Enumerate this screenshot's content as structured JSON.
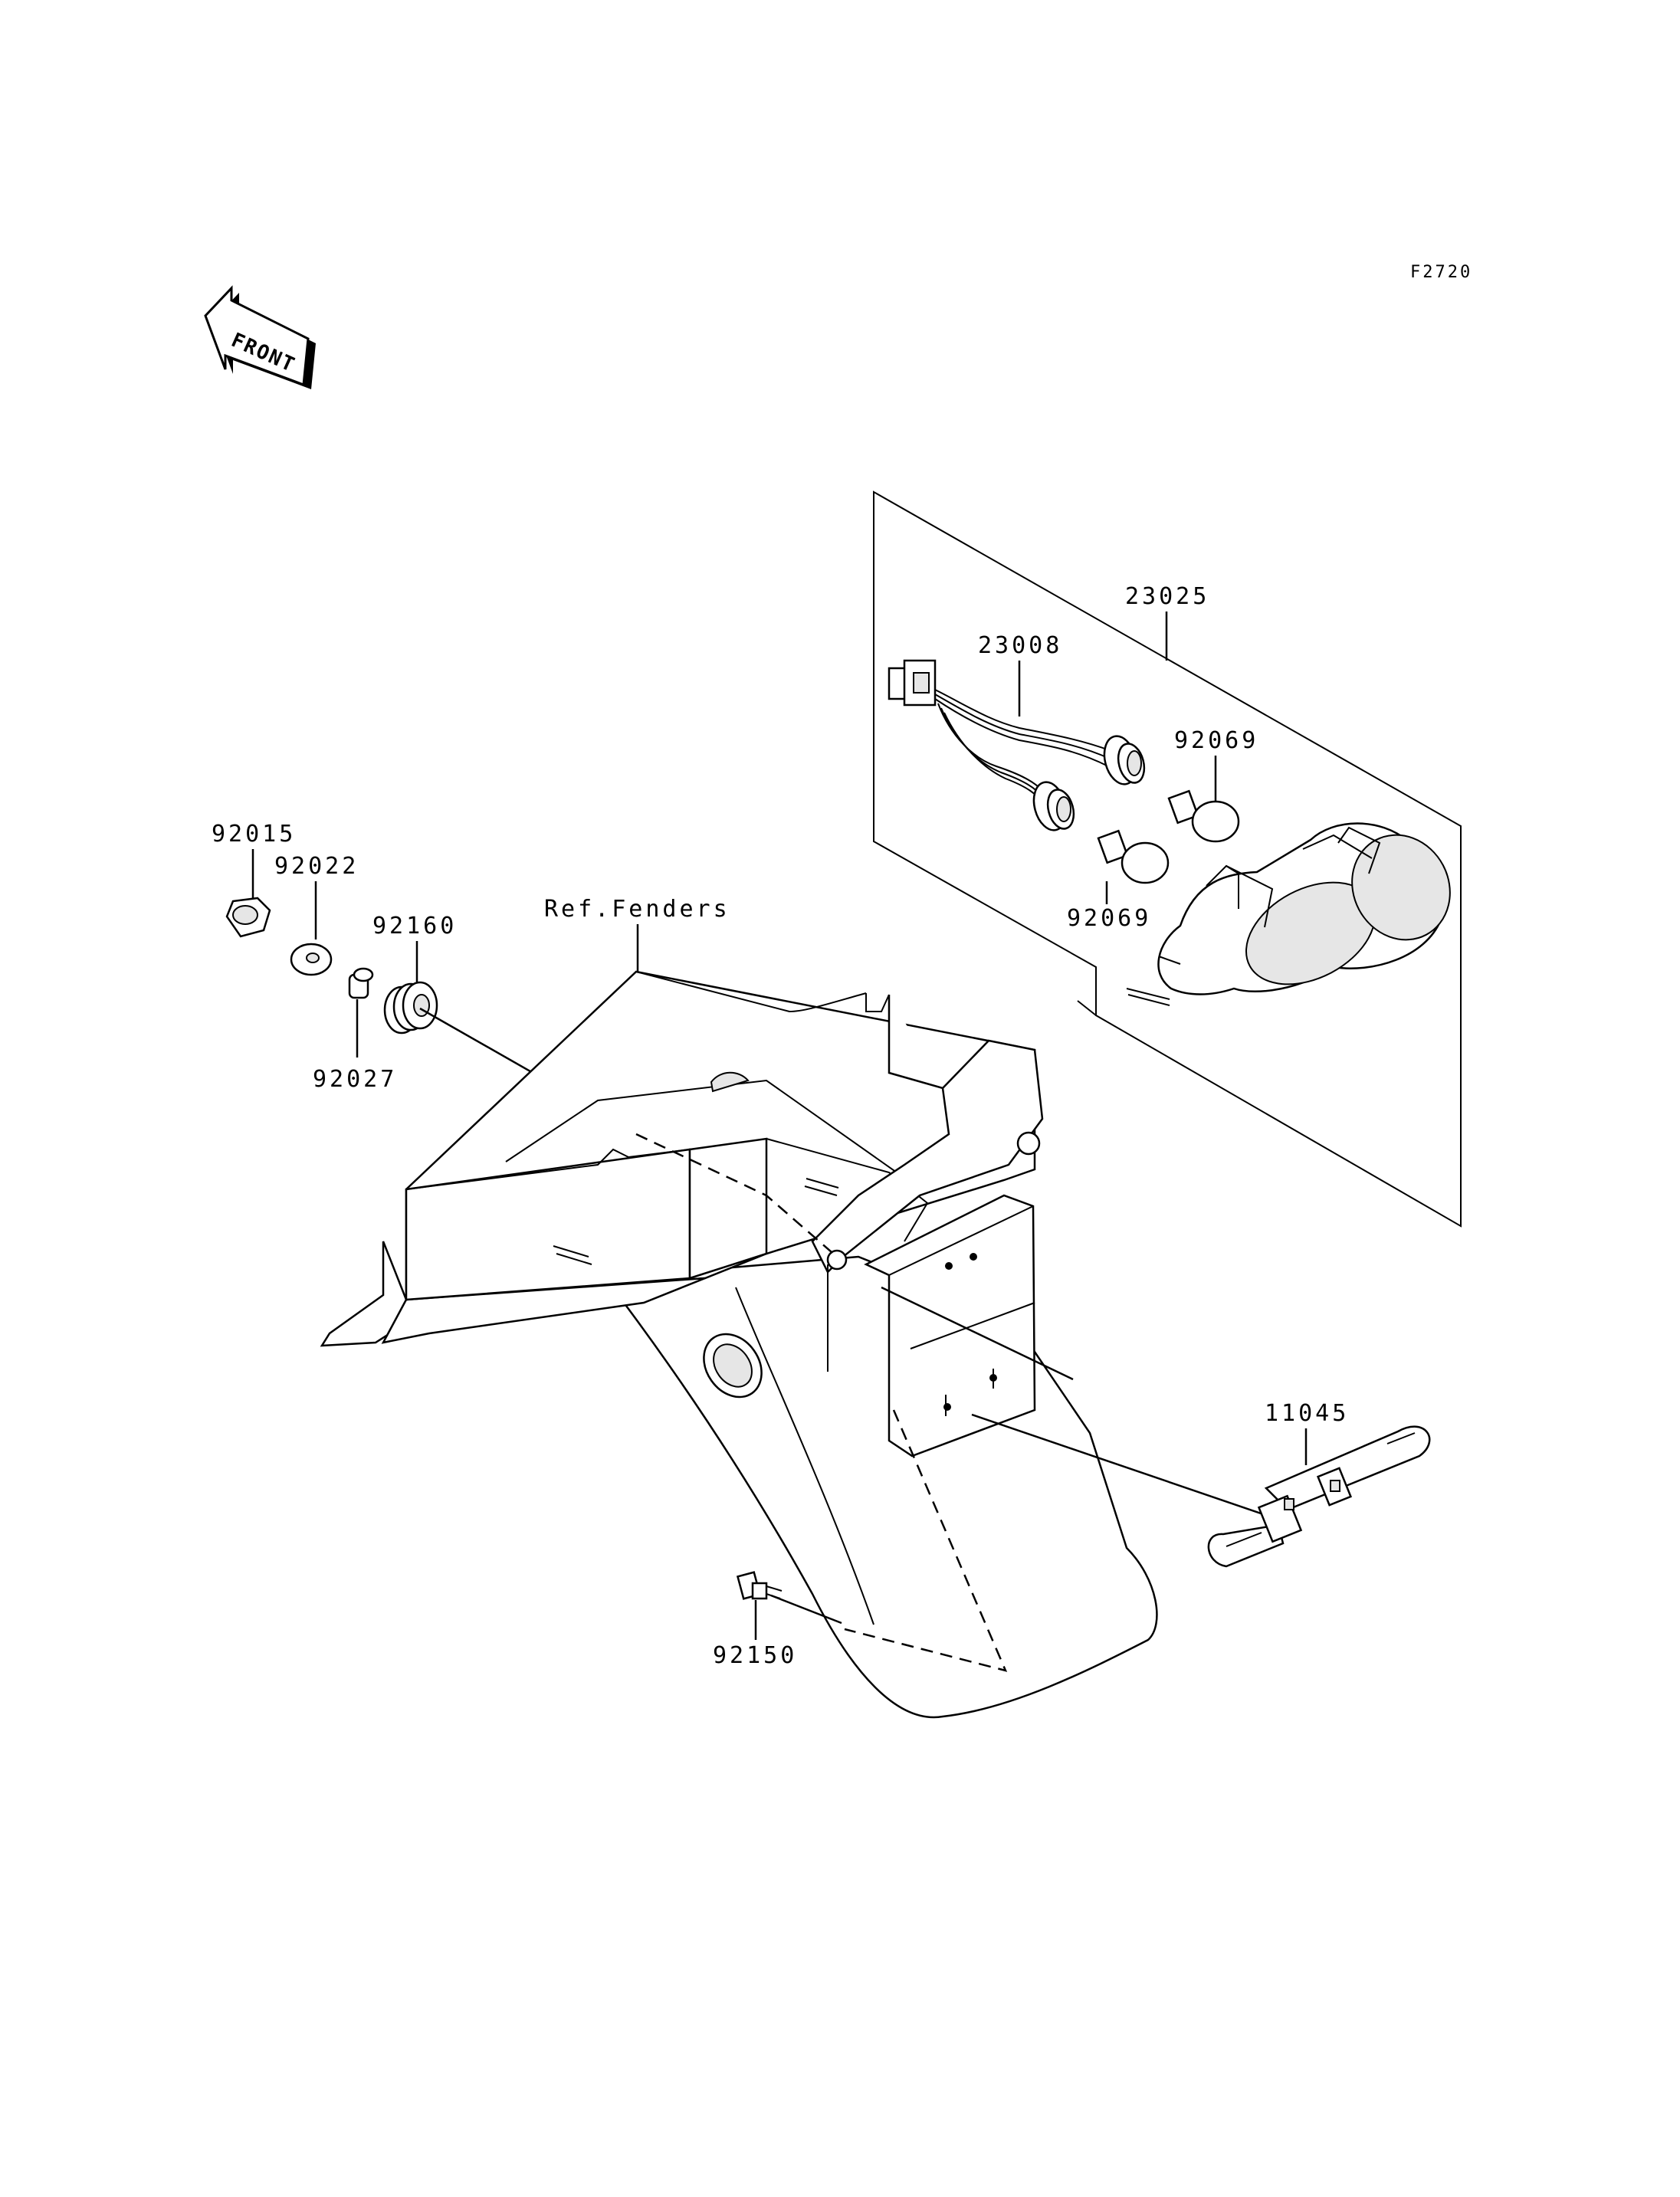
{
  "figure_code": "F2720",
  "front_badge": "FRONT",
  "labels": {
    "p23025": "23025",
    "p23008": "23008",
    "p92069_top": "92069",
    "p92069_bottom": "92069",
    "p92015": "92015",
    "p92022": "92022",
    "p92160": "92160",
    "p92027": "92027",
    "ref_fenders": "Ref.Fenders",
    "p11045": "11045",
    "p92150": "92150"
  }
}
